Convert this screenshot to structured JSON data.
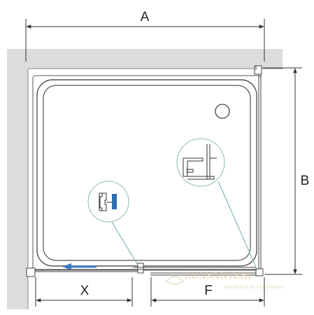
{
  "dimensions": {
    "width_label": "A",
    "depth_label": "B",
    "opening_label": "X",
    "fixed_panel_label": "F"
  },
  "watermark": {
    "brand": "LUXSANTEHI",
    "tagline": "ЕВРОПЕЙСКАЯ САНТЕХНИКА"
  },
  "colors": {
    "wall": "#dcdcdc",
    "line": "#555555",
    "profile_accent": "#2e6db4",
    "detail_line": "#6fa9ad",
    "slide_arrow": "#3a78c2"
  }
}
